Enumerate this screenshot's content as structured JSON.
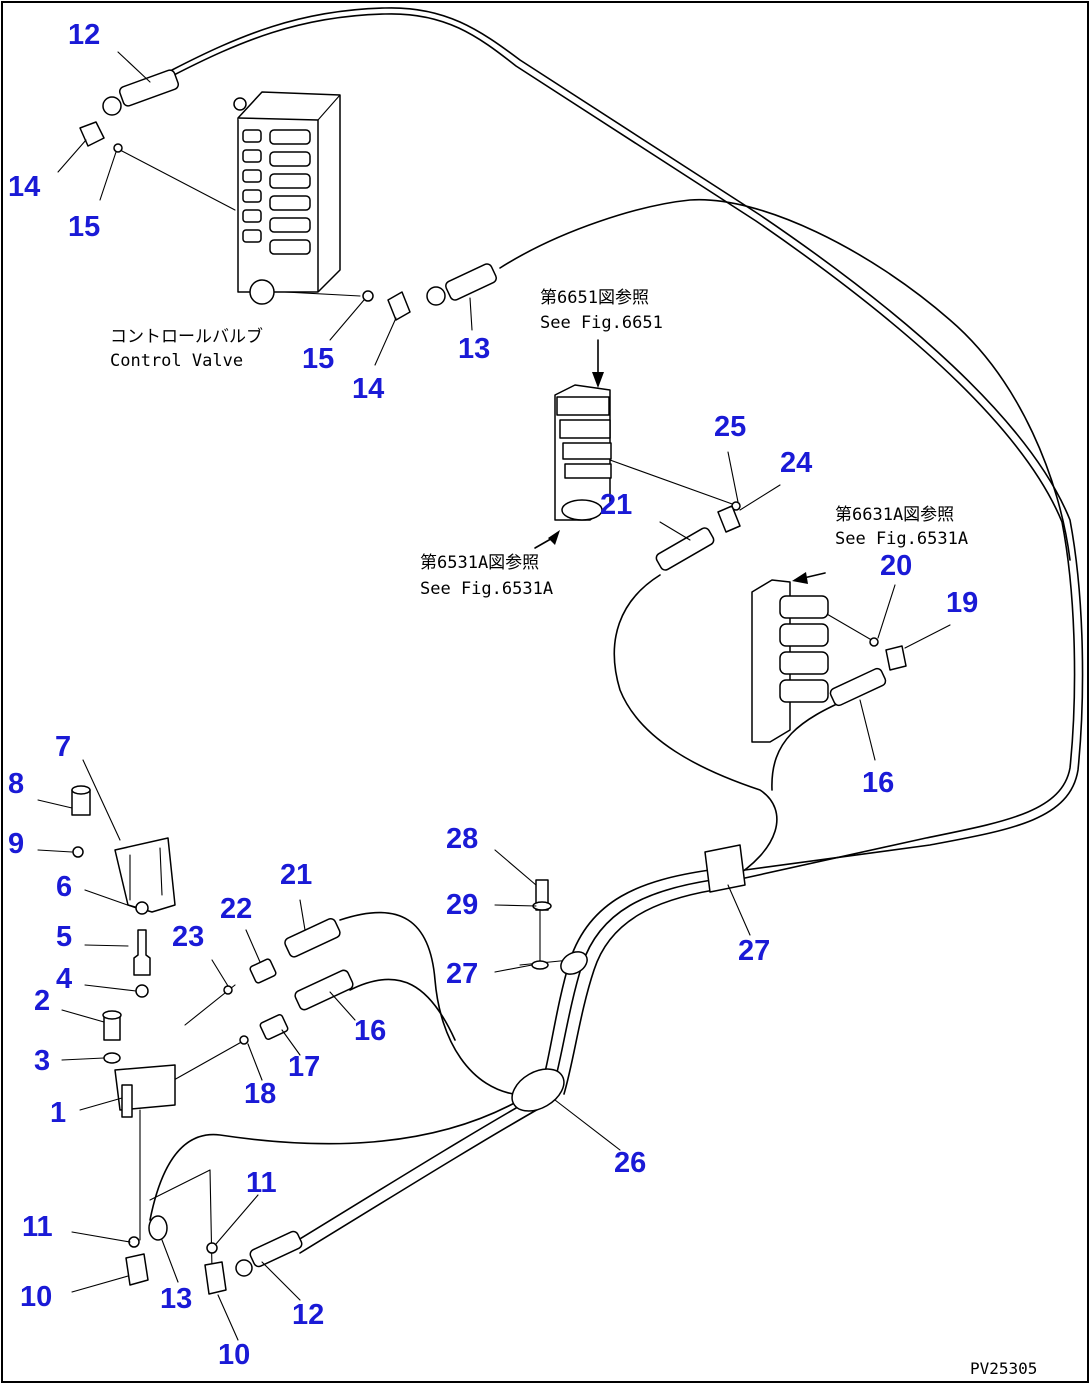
{
  "diagram_code": "PV25305",
  "notes": {
    "control_valve_jp": "コントロールバルブ",
    "control_valve_en": "Control Valve",
    "top_ref_jp": "第6651図参照",
    "top_ref_en": "See Fig.6651",
    "left_ref_jp": "第6531A図参照",
    "left_ref_en": "See Fig.6531A",
    "right_ref_jp": "第6631A図参照",
    "right_ref_en": "See Fig.6531A"
  },
  "callouts": [
    {
      "id": "12"
    },
    {
      "id": "14"
    },
    {
      "id": "15"
    },
    {
      "id": "15"
    },
    {
      "id": "14"
    },
    {
      "id": "13"
    },
    {
      "id": "25"
    },
    {
      "id": "24"
    },
    {
      "id": "21"
    },
    {
      "id": "20"
    },
    {
      "id": "19"
    },
    {
      "id": "16"
    },
    {
      "id": "7"
    },
    {
      "id": "8"
    },
    {
      "id": "9"
    },
    {
      "id": "6"
    },
    {
      "id": "5"
    },
    {
      "id": "4"
    },
    {
      "id": "2"
    },
    {
      "id": "3"
    },
    {
      "id": "1"
    },
    {
      "id": "23"
    },
    {
      "id": "22"
    },
    {
      "id": "21"
    },
    {
      "id": "16"
    },
    {
      "id": "17"
    },
    {
      "id": "18"
    },
    {
      "id": "28"
    },
    {
      "id": "29"
    },
    {
      "id": "27"
    },
    {
      "id": "27"
    },
    {
      "id": "26"
    },
    {
      "id": "11"
    },
    {
      "id": "11"
    },
    {
      "id": "10"
    },
    {
      "id": "13"
    },
    {
      "id": "12"
    },
    {
      "id": "10"
    }
  ]
}
